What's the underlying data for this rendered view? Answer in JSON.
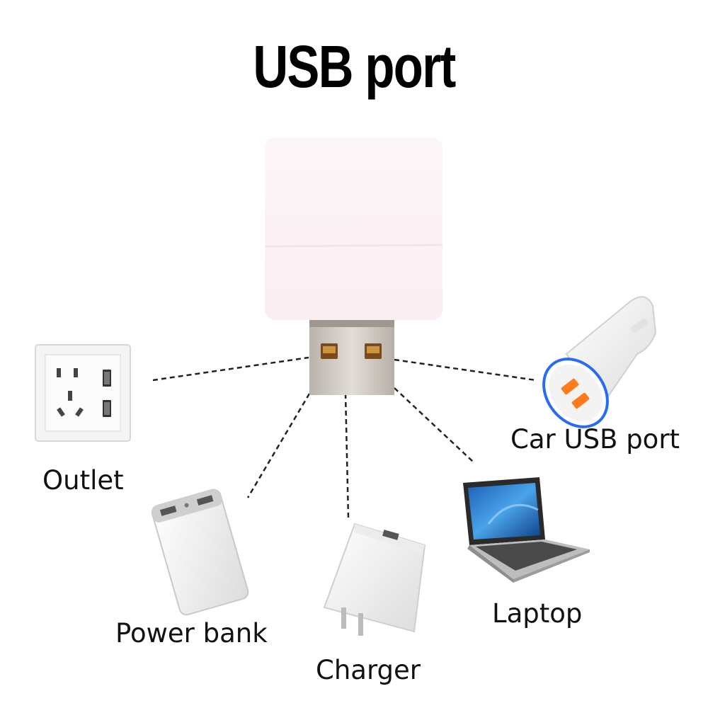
{
  "title": "USB port",
  "labels": {
    "outlet": "Outlet",
    "power_bank": "Power bank",
    "charger": "Charger",
    "laptop": "Laptop",
    "car_usb_port": "Car USB port"
  },
  "icons": [
    "usb-light-icon",
    "wall-outlet-icon",
    "power-bank-icon",
    "charger-icon",
    "laptop-icon",
    "car-charger-icon"
  ],
  "colors": {
    "background": "#ffffff",
    "text": "#000000",
    "lamp": "#fdf0f4",
    "usb_metal": "#cfcac3",
    "usb_contact": "#7a4a1e",
    "car_ring": "#2a6cf0",
    "usb_port_orange": "#ff7a1a"
  }
}
